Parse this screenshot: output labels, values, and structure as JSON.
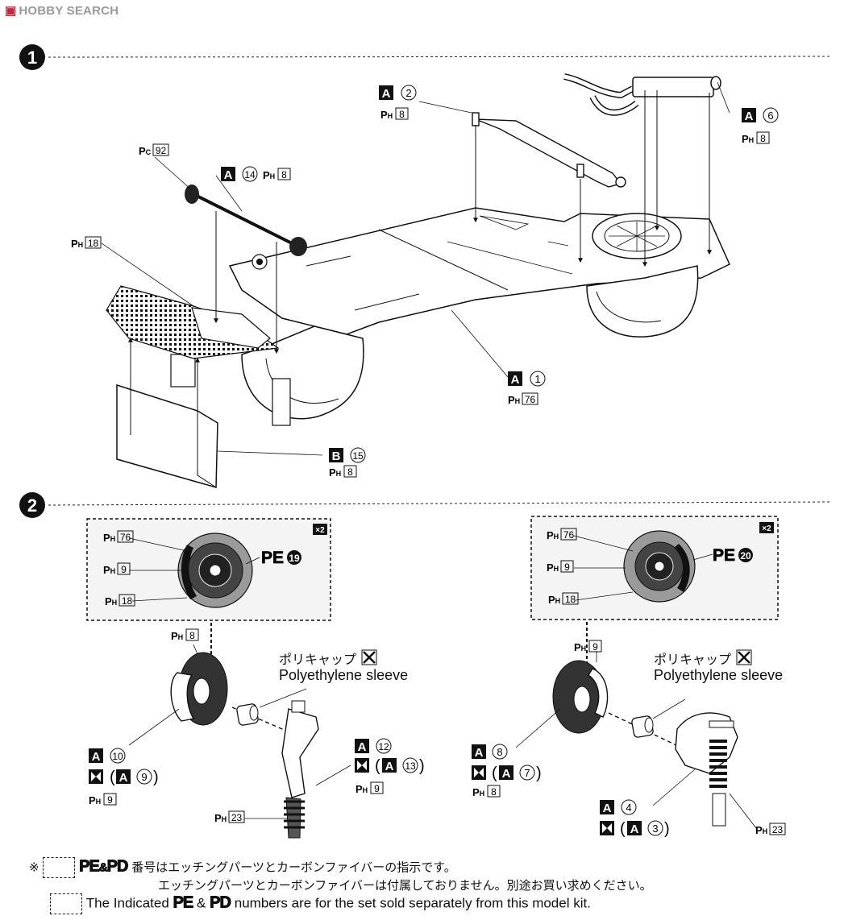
{
  "watermark": "HOBBY SEARCH",
  "steps": [
    "1",
    "2"
  ],
  "step1": {
    "a2": {
      "letter": "A",
      "num": "2"
    },
    "a2_ph": {
      "sub": "H",
      "num": "8"
    },
    "a6": {
      "letter": "A",
      "num": "6"
    },
    "a6_ph": {
      "sub": "H",
      "num": "8"
    },
    "pc92": {
      "sub": "C",
      "num": "92"
    },
    "a14": {
      "letter": "A",
      "num": "14"
    },
    "a14_ph": {
      "sub": "H",
      "num": "8"
    },
    "ph18": {
      "sub": "H",
      "num": "18"
    },
    "a1": {
      "letter": "A",
      "num": "1"
    },
    "a1_ph": {
      "sub": "H",
      "num": "76"
    },
    "b15": {
      "letter": "B",
      "num": "15"
    },
    "b15_ph": {
      "sub": "H",
      "num": "8"
    }
  },
  "step2": {
    "multiplier": "×2",
    "left": {
      "box_ph1": {
        "sub": "H",
        "num": "76"
      },
      "box_ph2": {
        "sub": "H",
        "num": "9"
      },
      "box_ph3": {
        "sub": "H",
        "num": "18"
      },
      "pe": "PE",
      "pe_num": "19",
      "disc_ph": {
        "sub": "H",
        "num": "8"
      },
      "a10": {
        "letter": "A",
        "num": "10"
      },
      "a9": {
        "letter": "A",
        "num": "9"
      },
      "a10_ph": {
        "sub": "H",
        "num": "9"
      },
      "a12": {
        "letter": "A",
        "num": "12"
      },
      "a13": {
        "letter": "A",
        "num": "13"
      },
      "a12_ph": {
        "sub": "H",
        "num": "9"
      },
      "ph23": {
        "sub": "H",
        "num": "23"
      },
      "polycap_ja": "ポリキャップ",
      "polycap_en": "Polyethylene sleeve"
    },
    "right": {
      "box_ph1": {
        "sub": "H",
        "num": "76"
      },
      "box_ph2": {
        "sub": "H",
        "num": "9"
      },
      "box_ph3": {
        "sub": "H",
        "num": "18"
      },
      "pe": "PE",
      "pe_num": "20",
      "disc_ph": {
        "sub": "H",
        "num": "9"
      },
      "a8": {
        "letter": "A",
        "num": "8"
      },
      "a7": {
        "letter": "A",
        "num": "7"
      },
      "a8_ph": {
        "sub": "H",
        "num": "8"
      },
      "a4": {
        "letter": "A",
        "num": "4"
      },
      "a3": {
        "letter": "A",
        "num": "3"
      },
      "ph23": {
        "sub": "H",
        "num": "23"
      },
      "polycap_ja": "ポリキャップ",
      "polycap_en": "Polyethylene sleeve"
    }
  },
  "notes": {
    "mark": "※",
    "pe": "PE",
    "amp": "&",
    "pd": "PD",
    "line1_ja": "番号はエッチングパーツとカーボンファイバーの指示です。",
    "line2_ja": "エッチングパーツとカーボンファイバーは付属しておりません。別途お買い求めください。",
    "line3_en_a": "The Indicated",
    "line3_amp": "&",
    "line3_en_b": "numbers are for the set sold separately from this model kit."
  }
}
